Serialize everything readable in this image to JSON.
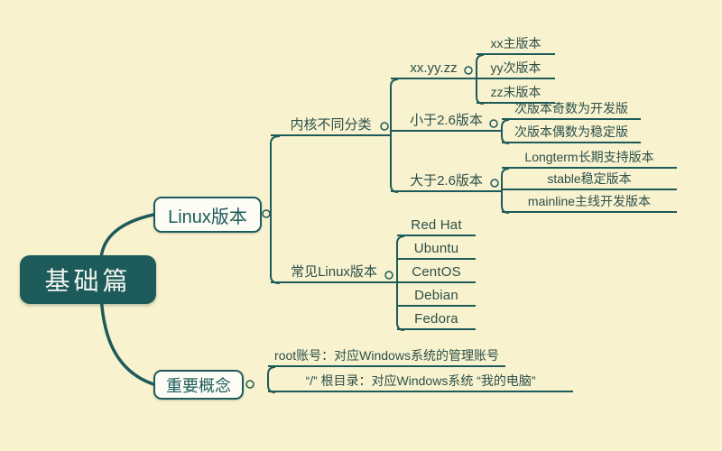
{
  "theme": {
    "background": "#f8f2cf",
    "accent": "#1d5b5a",
    "topic_text_color": "#2c5049",
    "box_fill": "#fdfdf6",
    "root_text_color": "#f4f6f2"
  },
  "mindmap": {
    "root": {
      "label": "基础篇"
    },
    "branches": [
      {
        "label": "Linux版本",
        "children": [
          {
            "label": "内核不同分类",
            "children": [
              {
                "label": "xx.yy.zz",
                "children": [
                  {
                    "label": "xx主版本"
                  },
                  {
                    "label": "yy次版本"
                  },
                  {
                    "label": "zz末版本"
                  }
                ]
              },
              {
                "label": "小于2.6版本",
                "children": [
                  {
                    "label": "次版本奇数为开发版"
                  },
                  {
                    "label": "次版本偶数为稳定版"
                  }
                ]
              },
              {
                "label": "大于2.6版本",
                "children": [
                  {
                    "label": "Longterm长期支持版本"
                  },
                  {
                    "label": "stable稳定版本"
                  },
                  {
                    "label": "mainline主线开发版本"
                  }
                ]
              }
            ]
          },
          {
            "label": "常见Linux版本",
            "children": [
              {
                "label": "Red Hat"
              },
              {
                "label": "Ubuntu"
              },
              {
                "label": "CentOS"
              },
              {
                "label": "Debian"
              },
              {
                "label": "Fedora"
              }
            ]
          }
        ]
      },
      {
        "label": "重要概念",
        "children": [
          {
            "label": "root账号：对应Windows系统的管理账号"
          },
          {
            "label": "“/” 根目录：对应Windows系统 “我的电脑”"
          }
        ]
      }
    ]
  }
}
